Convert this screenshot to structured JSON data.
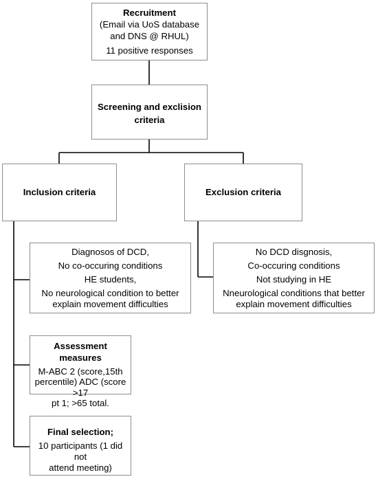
{
  "recruitment": {
    "title": "Recruitment",
    "line1": "(Email via UoS database",
    "line2": "and DNS @ RHUL)",
    "line3": "11 positive responses"
  },
  "screening": {
    "title_line1": "Screening and exclision",
    "title_line2": "criteria"
  },
  "inclusion": {
    "title": "Inclusion criteria",
    "details": {
      "line1": "Diagnosos of DCD,",
      "line2": "No co-occuring conditions",
      "line3": "HE students,",
      "line4": "No neurological condition to better",
      "line5": "explain movement difficulties"
    }
  },
  "exclusion": {
    "title": "Exclusion criteria",
    "details": {
      "line1": "No DCD disgnosis,",
      "line2": "Co-occuring conditions",
      "line3": "Not studying in HE",
      "line4": "Nneurological conditions that better",
      "line5": "explain movement difficulties"
    }
  },
  "assessment": {
    "title": "Assessment measures",
    "line1": "M-ABC 2 (score,15th",
    "line2": "percentile) ADC (score >17",
    "line3": "pt 1; >65 total."
  },
  "final": {
    "title": "Final selection;",
    "line1": "10 participants (1 did not",
    "line2": "attend meeting)"
  },
  "colors": {
    "box_border": "#8c8c8c",
    "connector": "#000000",
    "background": "#ffffff"
  }
}
